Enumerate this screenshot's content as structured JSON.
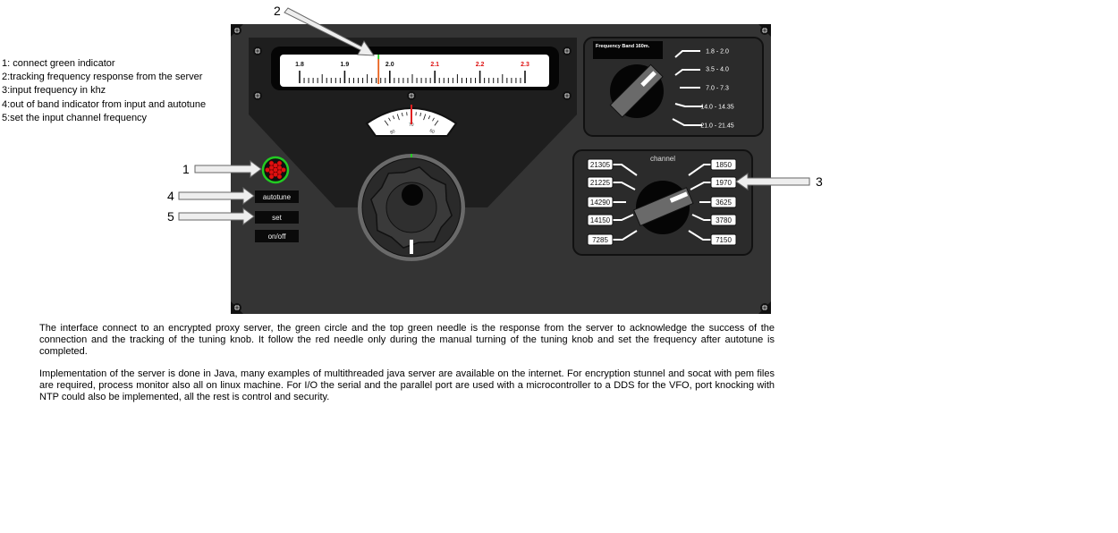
{
  "notes": [
    "1: connect green indicator",
    "2:tracking frequency response from the server",
    "3:input frequency in khz",
    "4:out of band indicator from input and autotune",
    "5:set the input channel frequency"
  ],
  "callouts": [
    "1",
    "2",
    "3",
    "4",
    "5"
  ],
  "scale": {
    "labels": [
      "1.8",
      "1.9",
      "2.0",
      "2.1",
      "2.2",
      "2.3"
    ],
    "min": 1.8,
    "max": 2.3,
    "red_needle": 1.975,
    "green_needle": 1.975
  },
  "gauge": {
    "labels": [
      "80",
      "70",
      "60"
    ]
  },
  "buttons": {
    "autotune": "autotune",
    "set": "set",
    "onoff": "on/off"
  },
  "band": {
    "title": "Frequency Band 160m.",
    "options": [
      "1.8 - 2.0",
      "3.5 - 4.0",
      "7.0 - 7.3",
      "14.0 - 14.35",
      "21.0 - 21.45"
    ]
  },
  "channel": {
    "title": "channel",
    "left": [
      "21305",
      "21225",
      "14290",
      "14150",
      "7285"
    ],
    "right": [
      "1850",
      "1970",
      "3625",
      "3780",
      "7150"
    ]
  },
  "colors": {
    "panel": "#333333",
    "dark": "#1c1c1c",
    "green": "#22cc22",
    "red": "#dd1111"
  },
  "description": [
    "The interface connect to an encrypted proxy server, the green circle and the top green needle is the response from the server to acknowledge the success of the connection and the tracking of the tuning knob. It follow the red needle only during the manual turning of the tuning knob and set the frequency after autotune is completed.",
    "Implementation of the server is done in Java, many examples of multithreaded java server are available on the internet. For encryption stunnel and socat with pem files are required, process monitor also all on linux machine. For I/O the serial and the parallel port are used with a microcontroller to a DDS for the VFO, port knocking with NTP could also be implemented, all the rest is control and security."
  ]
}
